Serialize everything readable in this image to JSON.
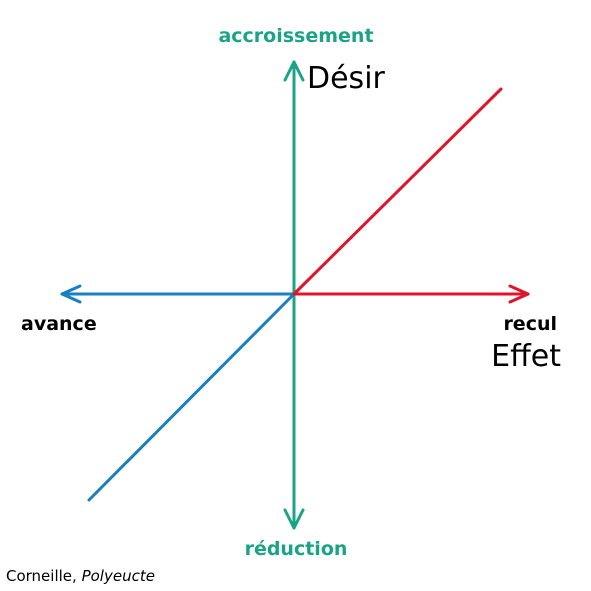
{
  "labels": {
    "top": "accroissement",
    "bottom": "réduction",
    "left": "avance",
    "right": "recul",
    "vertical_axis_name": "Désir",
    "horizontal_axis_name": "Effet"
  },
  "caption": {
    "author": "Corneille,",
    "work": "Polyeucte"
  },
  "colors": {
    "vertical_axis": "#1aa385",
    "left_axis": "#1a7fc1",
    "right_axis": "#e0142a",
    "text": "#000000"
  }
}
